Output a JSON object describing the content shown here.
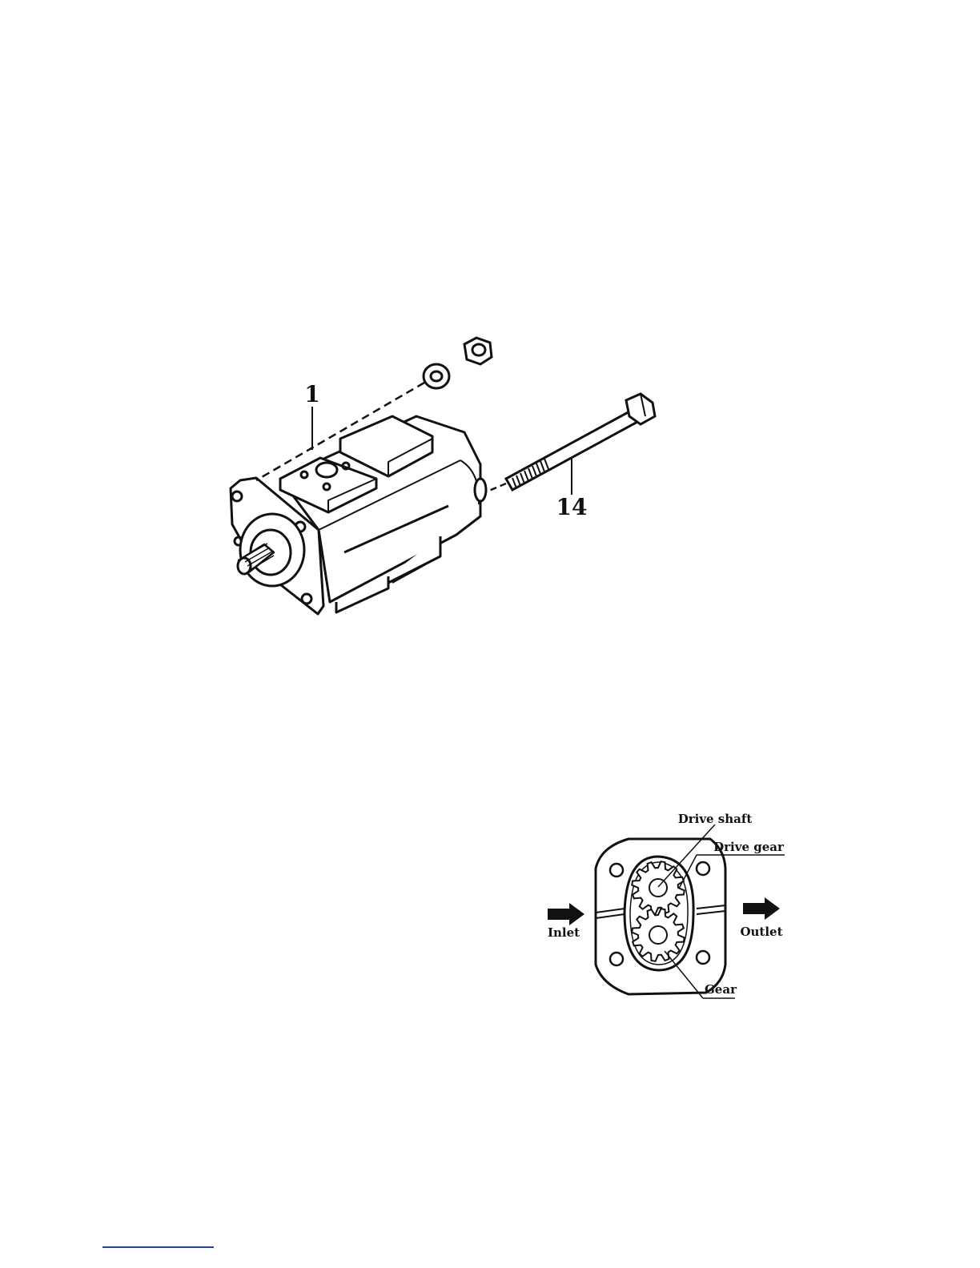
{
  "exploded_view": {
    "callouts": [
      {
        "id": "1",
        "text": "1"
      },
      {
        "id": "14",
        "text": "14"
      }
    ]
  },
  "gear_pump": {
    "labels": {
      "drive_shaft": "Drive shaft",
      "drive_gear": "Drive gear",
      "inlet": "Inlet",
      "outlet": "Outlet",
      "gear": "Gear"
    }
  }
}
